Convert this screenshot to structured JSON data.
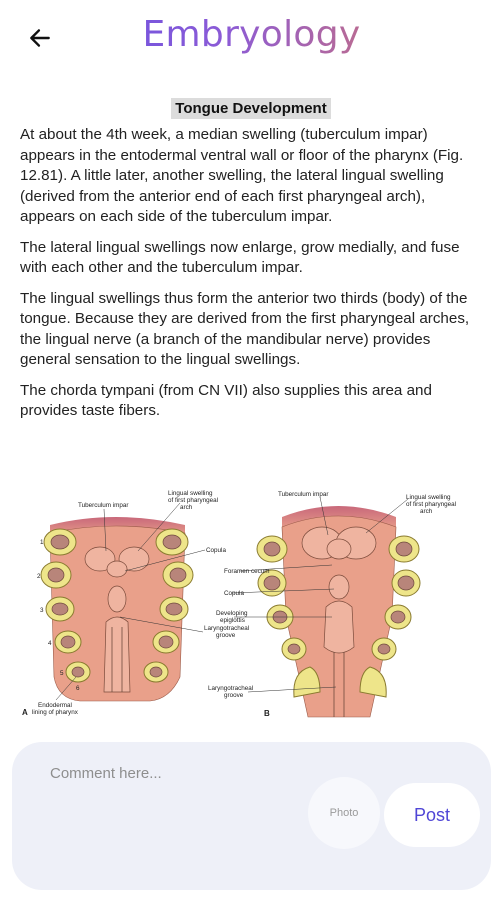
{
  "appbar": {
    "title": "Embryology"
  },
  "article": {
    "title": "Tongue Development",
    "paragraphs": [
      "At about the 4th week, a median swelling (tuberculum impar) appears in the entodermal ventral wall or floor of the pharynx (Fig. 12.81). A little later, another swelling, the lateral lingual swelling (derived from the anterior end of each first pharyngeal arch), appears on each side of the tuberculum impar.",
      "The lateral lingual swellings now enlarge, grow medially, and fuse with each other and the tuberculum impar.",
      "The lingual swellings thus form the anterior two thirds (body) of the tongue. Because they are derived from the first pharyngeal arches, the lingual nerve (a branch of the mandibular nerve) provides general sensation to the lingual swellings.",
      "The chorda tympani (from CN VII) also supplies this area and provides taste fibers."
    ]
  },
  "figure": {
    "panel_a": {
      "letter": "A",
      "labels": {
        "tuberculum_impar": "Tuberculum impar",
        "lingual_swelling_1": "Lingual swelling",
        "lingual_swelling_2": "of first pharyngeal",
        "lingual_swelling_3": "arch",
        "copula": "Copula",
        "laryngotracheal_1": "Laryngotracheal",
        "laryngotracheal_2": "groove",
        "endodermal_1": "Endodermal",
        "endodermal_2": "lining of pharynx"
      },
      "arch_numbers": [
        "1",
        "2",
        "3",
        "4",
        "5",
        "6"
      ]
    },
    "panel_b": {
      "letter": "B",
      "labels": {
        "tuberculum_impar": "Tuberculum impar",
        "lingual_swelling_1": "Lingual swelling",
        "lingual_swelling_2": "of first pharyngeal",
        "lingual_swelling_3": "arch",
        "foramen_cecum": "Foramen cecum",
        "copula": "Copula",
        "developing_1": "Developing",
        "developing_2": "epiglottis",
        "laryngotracheal_1": "Laryngotracheal",
        "laryngotracheal_2": "groove"
      }
    }
  },
  "comment": {
    "placeholder": "Comment here...",
    "photo_label": "Photo",
    "post_label": "Post"
  },
  "colors": {
    "accent": "#5046d6",
    "title_gradient_start": "#5b4ee6",
    "title_gradient_end": "#e97b4d",
    "panel_bg": "#eef0f8",
    "tissue_pink": "#e9a08a",
    "arch_yellow": "#eee58a"
  }
}
